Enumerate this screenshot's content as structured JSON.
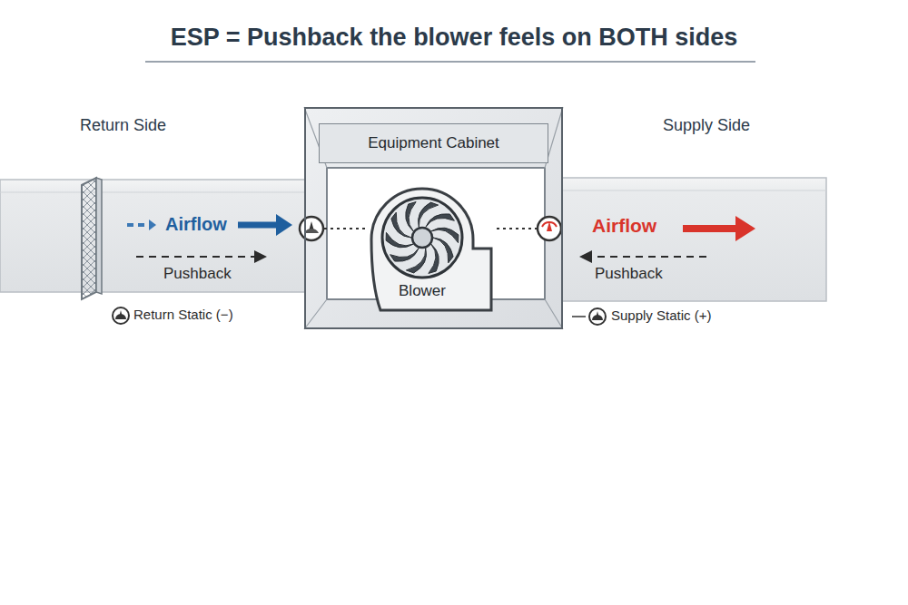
{
  "diagram": {
    "title": "ESP = Pushback the blower feels on BOTH sides",
    "nodes": [
      {
        "text": [
          "Equipment Cabinet"
        ]
      },
      {
        "text": [
          "Blower"
        ],
        "in": 0
      }
    ],
    "labels": [
      "Return Side",
      "Airflow",
      "Pushback",
      "Return Static (−)",
      "Supply Side",
      "Airflow",
      "Pushback",
      "Supply Static (+)"
    ]
  }
}
